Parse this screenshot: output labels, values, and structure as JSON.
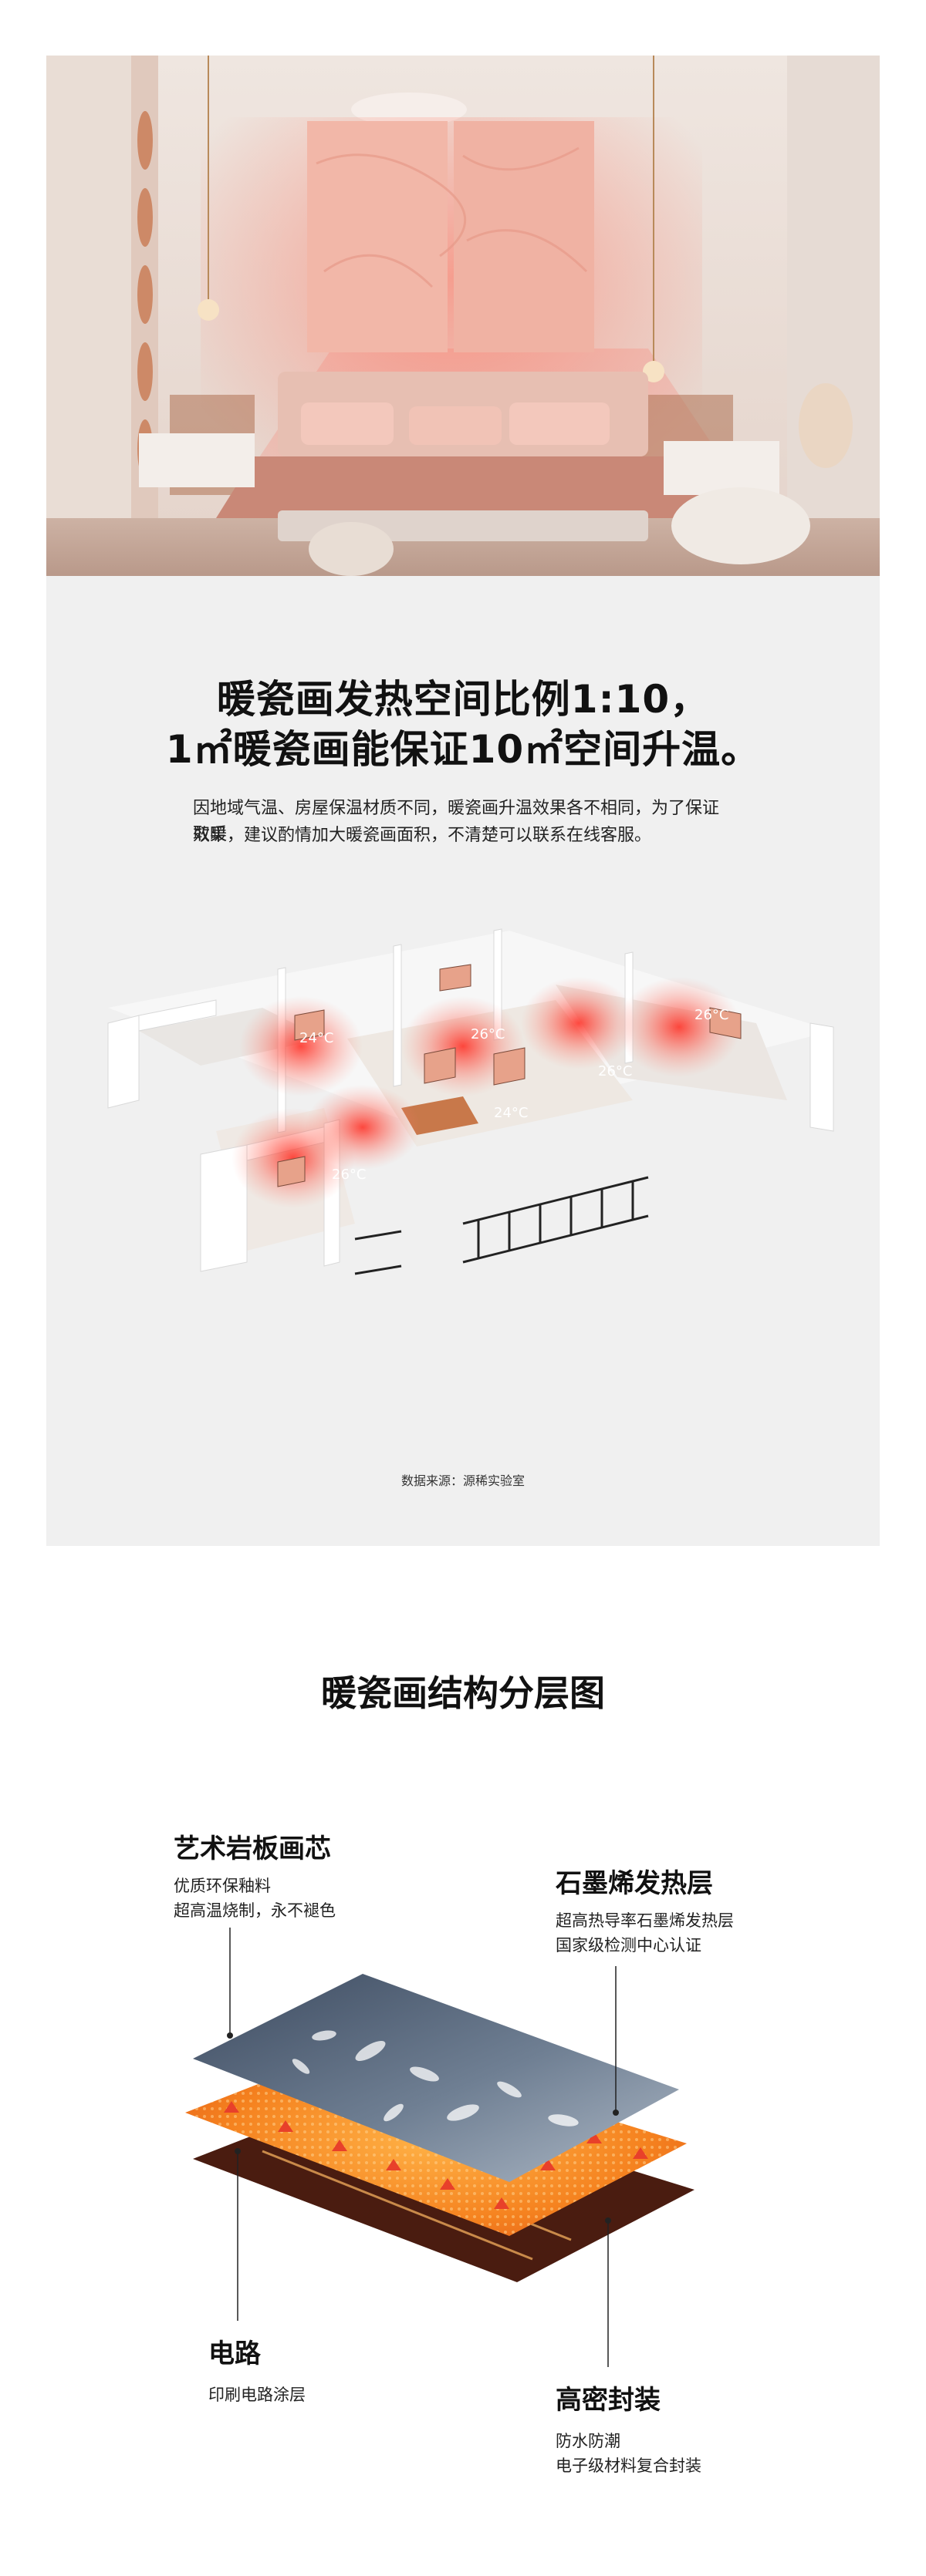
{
  "headline": {
    "line1": "暖瓷画发热空间比例1:10，",
    "line2": "1㎡暖瓷画能保证10㎡空间升温。"
  },
  "description": {
    "line1": "因地域气温、房屋保温材质不同，暖瓷画升温效果各不相同，为了保证取暖",
    "line2": "效果，建议酌情加大暖瓷画面积，不清楚可以联系在线客服。"
  },
  "floorplan": {
    "temps": [
      "24°C",
      "26°C",
      "26°C",
      "26°C",
      "24°C",
      "26°C"
    ]
  },
  "source_note": "数据来源：源稀实验室",
  "structure": {
    "title": "暖瓷画结构分层图",
    "layers": [
      {
        "name": "艺术岩板画芯",
        "lines": [
          "优质环保釉料",
          "超高温烧制，永不褪色"
        ]
      },
      {
        "name": "石墨烯发热层",
        "lines": [
          "超高热导率石墨烯发热层",
          "国家级检测中心认证"
        ]
      },
      {
        "name": "电路",
        "lines": [
          "印刷电路涂层"
        ]
      },
      {
        "name": "高密封装",
        "lines": [
          "防水防潮",
          "电子级材料复合封装"
        ]
      }
    ]
  },
  "colors": {
    "panel_bg": "#f0f0f0",
    "heat_red": "#e8453c",
    "heat_orange": "#f5821f",
    "circuit_brown": "#4a1c10",
    "art_slate": "#4a5a6e"
  }
}
